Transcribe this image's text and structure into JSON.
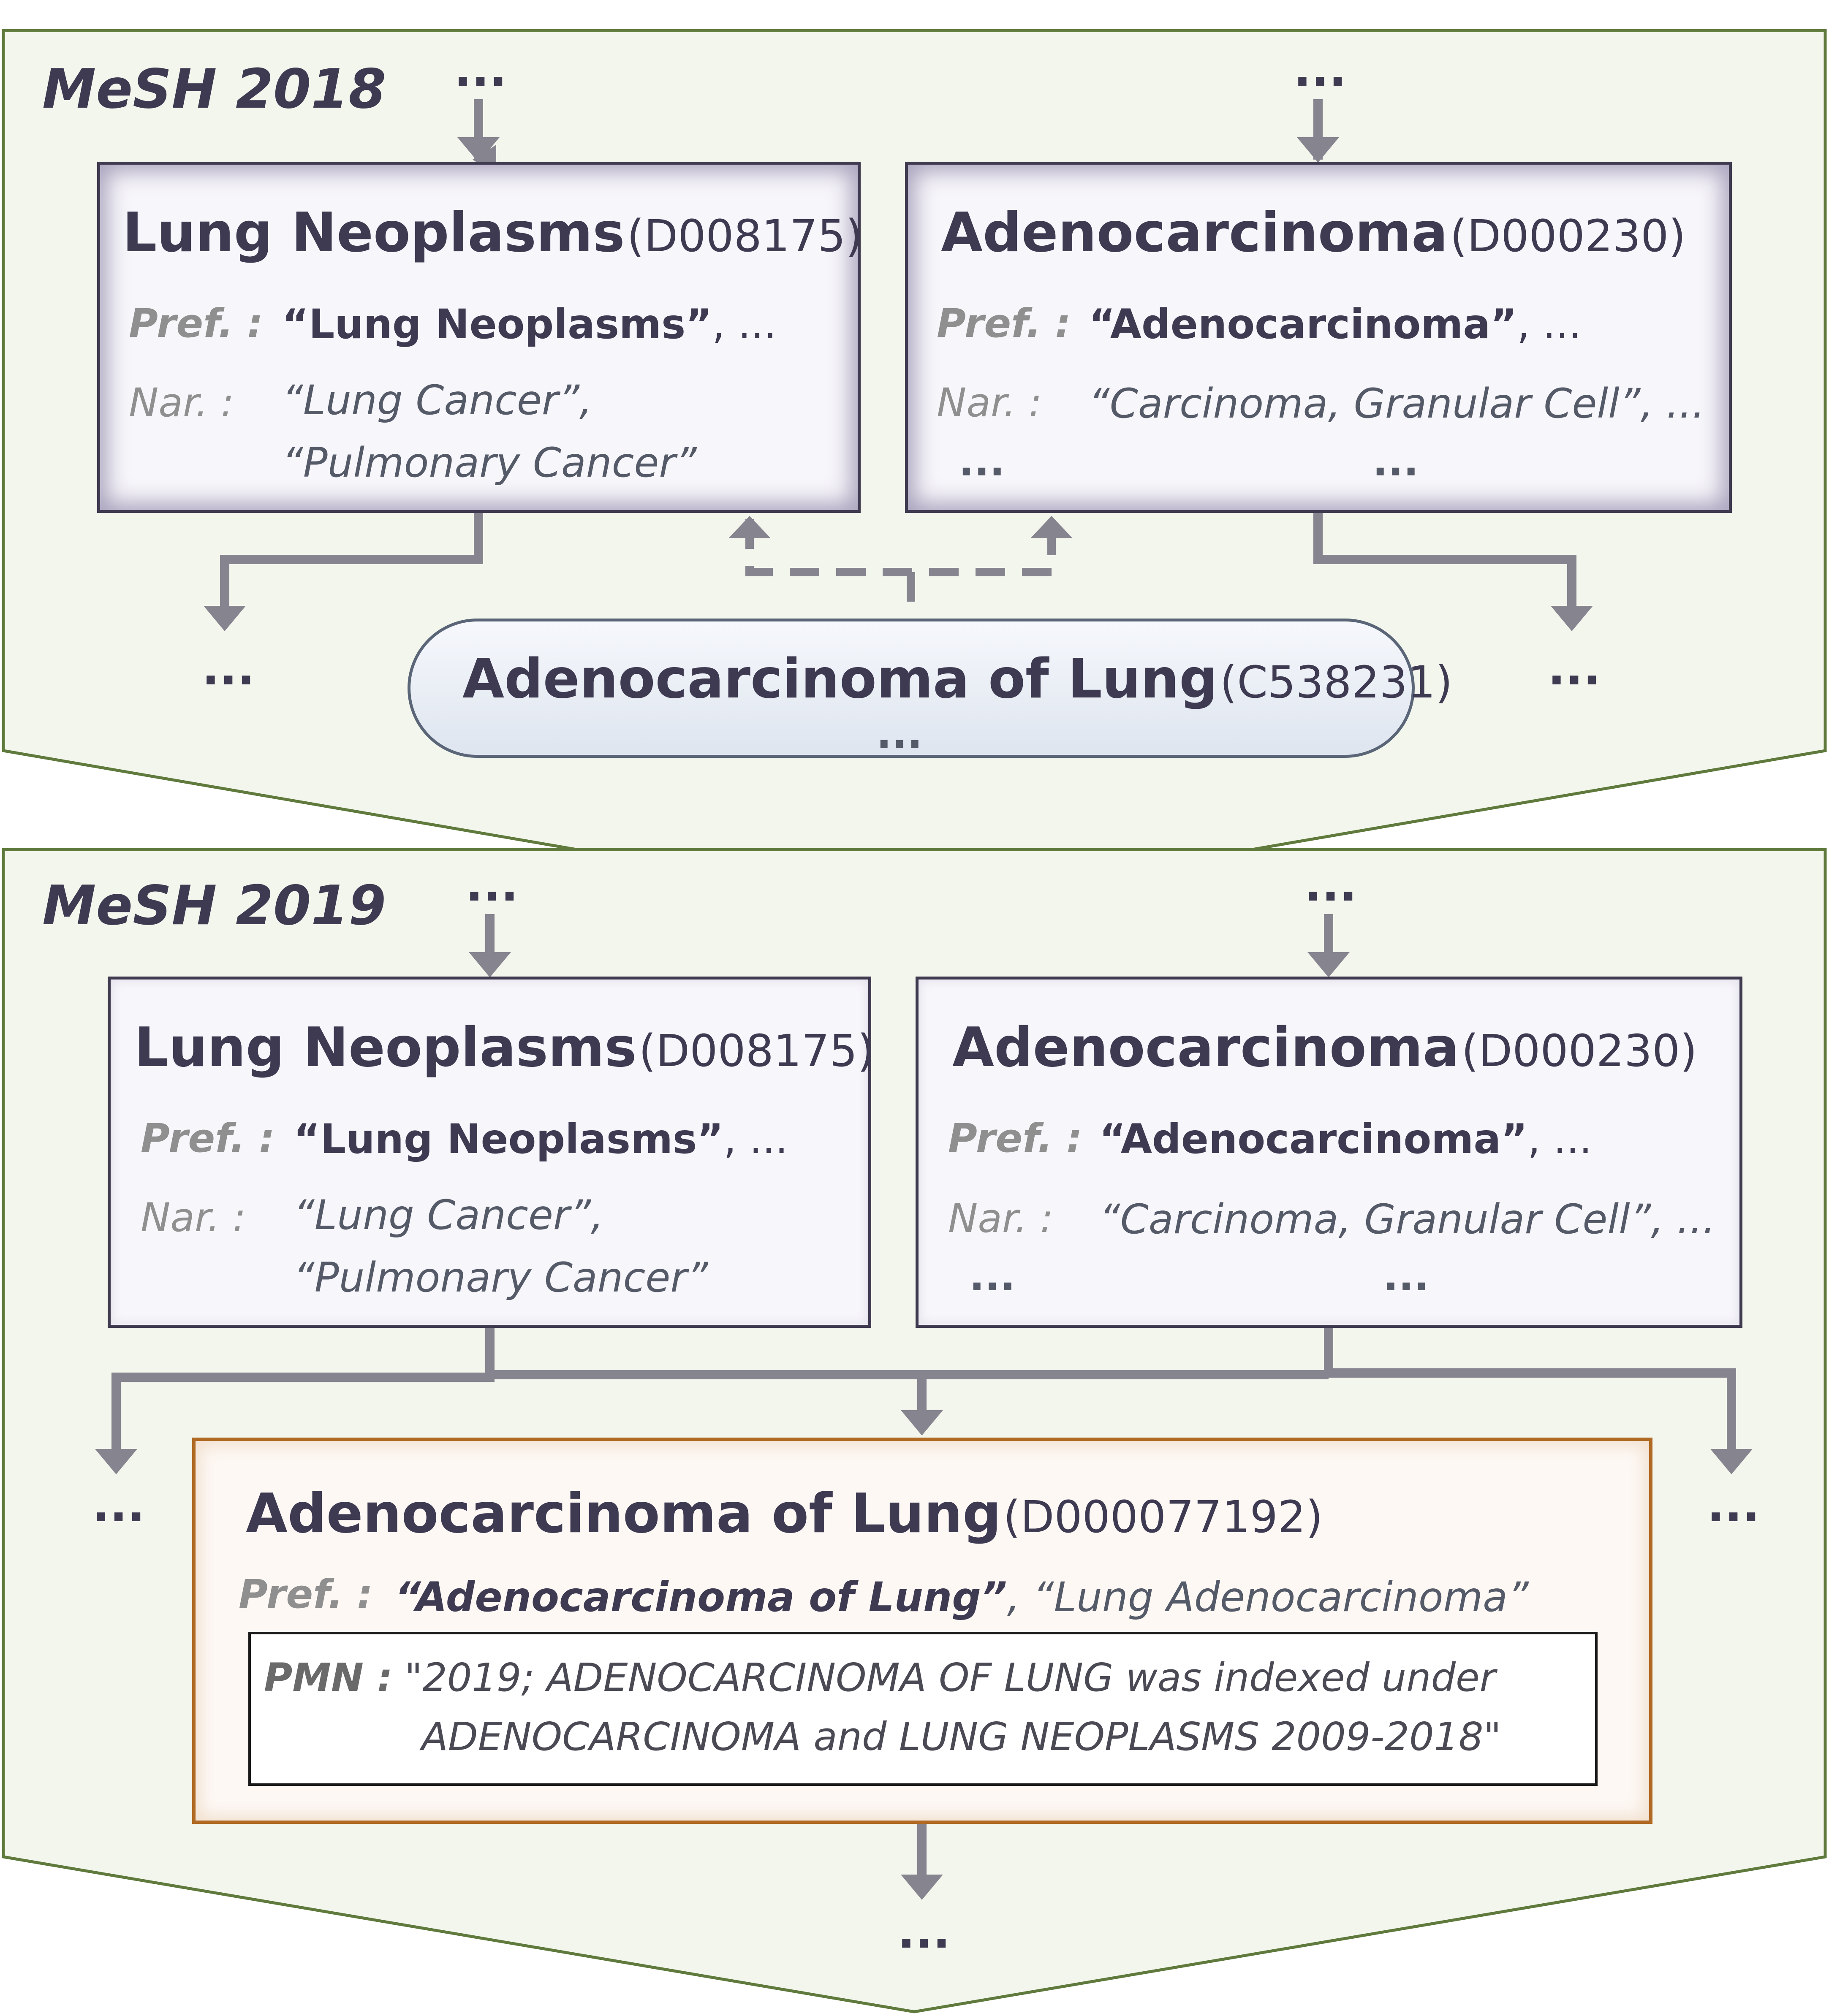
{
  "mesh_2018": {
    "version_label": "MeSH 2018",
    "top_left_ellipsis": "...",
    "top_right_ellipsis": "...",
    "bottom_left_ellipsis": "...",
    "bottom_right_ellipsis": "...",
    "lung_neoplasms": {
      "title": "Lung Neoplasms",
      "uid": "(D008175)",
      "pref_label": "Pref. :",
      "pref_value_bold": "“Lung Neoplasms”",
      "pref_value_rest": ", ...",
      "nar_label": "Nar. :",
      "nar_line1": "“Lung Cancer”,",
      "nar_line2": "“Pulmonary Cancer”"
    },
    "adenocarcinoma": {
      "title": "Adenocarcinoma",
      "uid": "(D000230)",
      "pref_label": "Pref. :",
      "pref_value_bold": "“Adenocarcinoma”",
      "pref_value_rest": ", ...",
      "nar_label": "Nar. :",
      "nar_line1": "“Carcinoma, Granular Cell”, ...",
      "extra_left": "...",
      "extra_right": "..."
    },
    "supplementary": {
      "title": "Adenocarcinoma of Lung",
      "uid": "(C538231)",
      "ellipsis": "..."
    }
  },
  "mesh_2019": {
    "version_label": "MeSH 2019",
    "top_left_ellipsis": "...",
    "top_right_ellipsis": "...",
    "bottom_left_ellipsis": "...",
    "bottom_right_ellipsis": "...",
    "bottom_center_ellipsis": "...",
    "lung_neoplasms": {
      "title": "Lung Neoplasms",
      "uid": "(D008175)",
      "pref_label": "Pref. :",
      "pref_value_bold": "“Lung Neoplasms”",
      "pref_value_rest": ", ...",
      "nar_label": "Nar. :",
      "nar_line1": "“Lung Cancer”,",
      "nar_line2": "“Pulmonary Cancer”"
    },
    "adenocarcinoma": {
      "title": "Adenocarcinoma",
      "uid": "(D000230)",
      "pref_label": "Pref. :",
      "pref_value_bold": "“Adenocarcinoma”",
      "pref_value_rest": ", ...",
      "nar_label": "Nar. :",
      "nar_line1": "“Carcinoma, Granular Cell”, ...",
      "extra_left": "...",
      "extra_right": "..."
    },
    "new_descriptor": {
      "title": "Adenocarcinoma of Lung",
      "uid": "(D000077192)",
      "pref_label": "Pref. :",
      "pref_value_bold": "“Adenocarcinoma of Lung”",
      "pref_value_rest": ", “Lung Adenocarcinoma”",
      "pmn_label": "PMN :",
      "pmn_line1": "\"2019; ADENOCARCINOMA OF LUNG was indexed under",
      "pmn_line2": "ADENOCARCINOMA and LUNG NEOPLASMS 2009-2018\""
    }
  },
  "colors": {
    "panel_fill": "#f3f6ec",
    "panel_border": "#5f7a3c",
    "arrow": "#86848f",
    "concept_border": "#3f3a4f",
    "new_descriptor_border": "#b06a24",
    "scr_border": "#5a6678"
  }
}
